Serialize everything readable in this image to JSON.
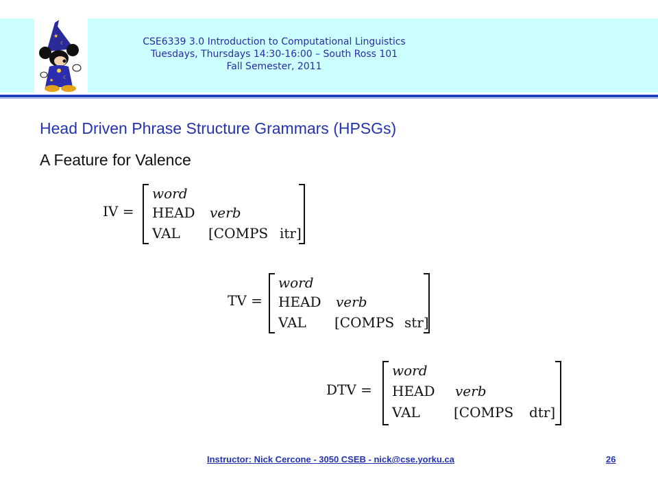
{
  "header": {
    "course_line1": "CSE6339 3.0 Introduction to Computational Linguistics",
    "course_line2": "Tuesdays, Thursdays 14:30-16:00 – South Ross 101",
    "course_line3": "Fall Semester, 2011",
    "logo_icon": "wizard-mouse-logo-icon",
    "band_color": "#ccffff",
    "rule_color": "#1f3fbf"
  },
  "slide": {
    "title": "Head Driven Phrase Structure Grammars (HPSGs)",
    "subtitle": "A Feature for Valence",
    "title_color": "#2332b0"
  },
  "avms": [
    {
      "lhs": "IV =",
      "type": "word",
      "head_attr": "HEAD",
      "head_val": "verb",
      "val_attr": "VAL",
      "comps": "[COMPS",
      "comps_val": "itr]"
    },
    {
      "lhs": "TV =",
      "type": "word",
      "head_attr": "HEAD",
      "head_val": "verb",
      "val_attr": "VAL",
      "comps": "[COMPS",
      "comps_val": "str]"
    },
    {
      "lhs": "DTV =",
      "type": "word",
      "head_attr": "HEAD",
      "head_val": "verb",
      "val_attr": "VAL",
      "comps": "[COMPS",
      "comps_val": "dtr]"
    }
  ],
  "footer": {
    "instructor": "Instructor: Nick Cercone - 3050 CSEB - nick@cse.yorku.ca",
    "page_number": "26"
  }
}
